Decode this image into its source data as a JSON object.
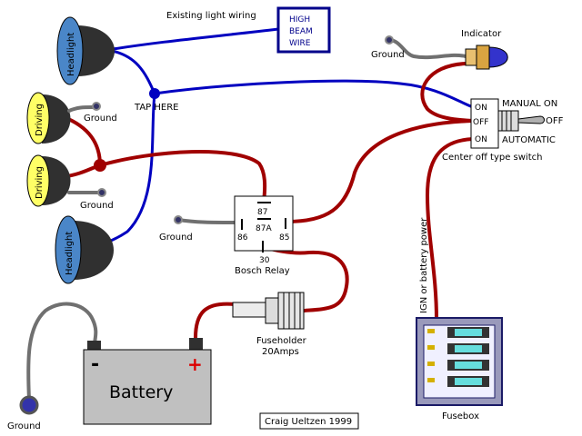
{
  "labels": {
    "existing_wiring": "Existing light wiring",
    "high_beam_box": [
      "HIGH",
      "BEAM",
      "WIRE"
    ],
    "tap_here": "TAP HERE",
    "indicator": "Indicator",
    "manual_on": "MANUAL ON",
    "off": "OFF",
    "automatic": "AUTOMATIC",
    "center_off": "Center off type switch",
    "switch_positions": [
      "ON",
      "OFF",
      "ON"
    ],
    "ign_power": "IGN or battery power",
    "bosch_relay": "Bosch Relay",
    "relay_pins": {
      "p87": "87",
      "p87a": "87A",
      "p86": "86",
      "p85": "85",
      "p30": "30"
    },
    "fuseholder": "Fuseholder",
    "fuse_amps": "20Amps",
    "battery": "Battery",
    "minus": "-",
    "plus": "+",
    "fusebox": "Fusebox",
    "credit": "Craig Ueltzen 1999"
  },
  "lamps": {
    "headlight": "Headlight",
    "driving": "Driving"
  },
  "grounds": {
    "label": "Ground"
  },
  "colors": {
    "blue_wire": "#0000c0",
    "red_wire": "#a00000",
    "ground_wire": "#707070",
    "headlight_lens": "#4a86c8",
    "driving_lens": "#ffff66",
    "battery": "#c0c0c0",
    "fusebox": "#9999bb"
  }
}
